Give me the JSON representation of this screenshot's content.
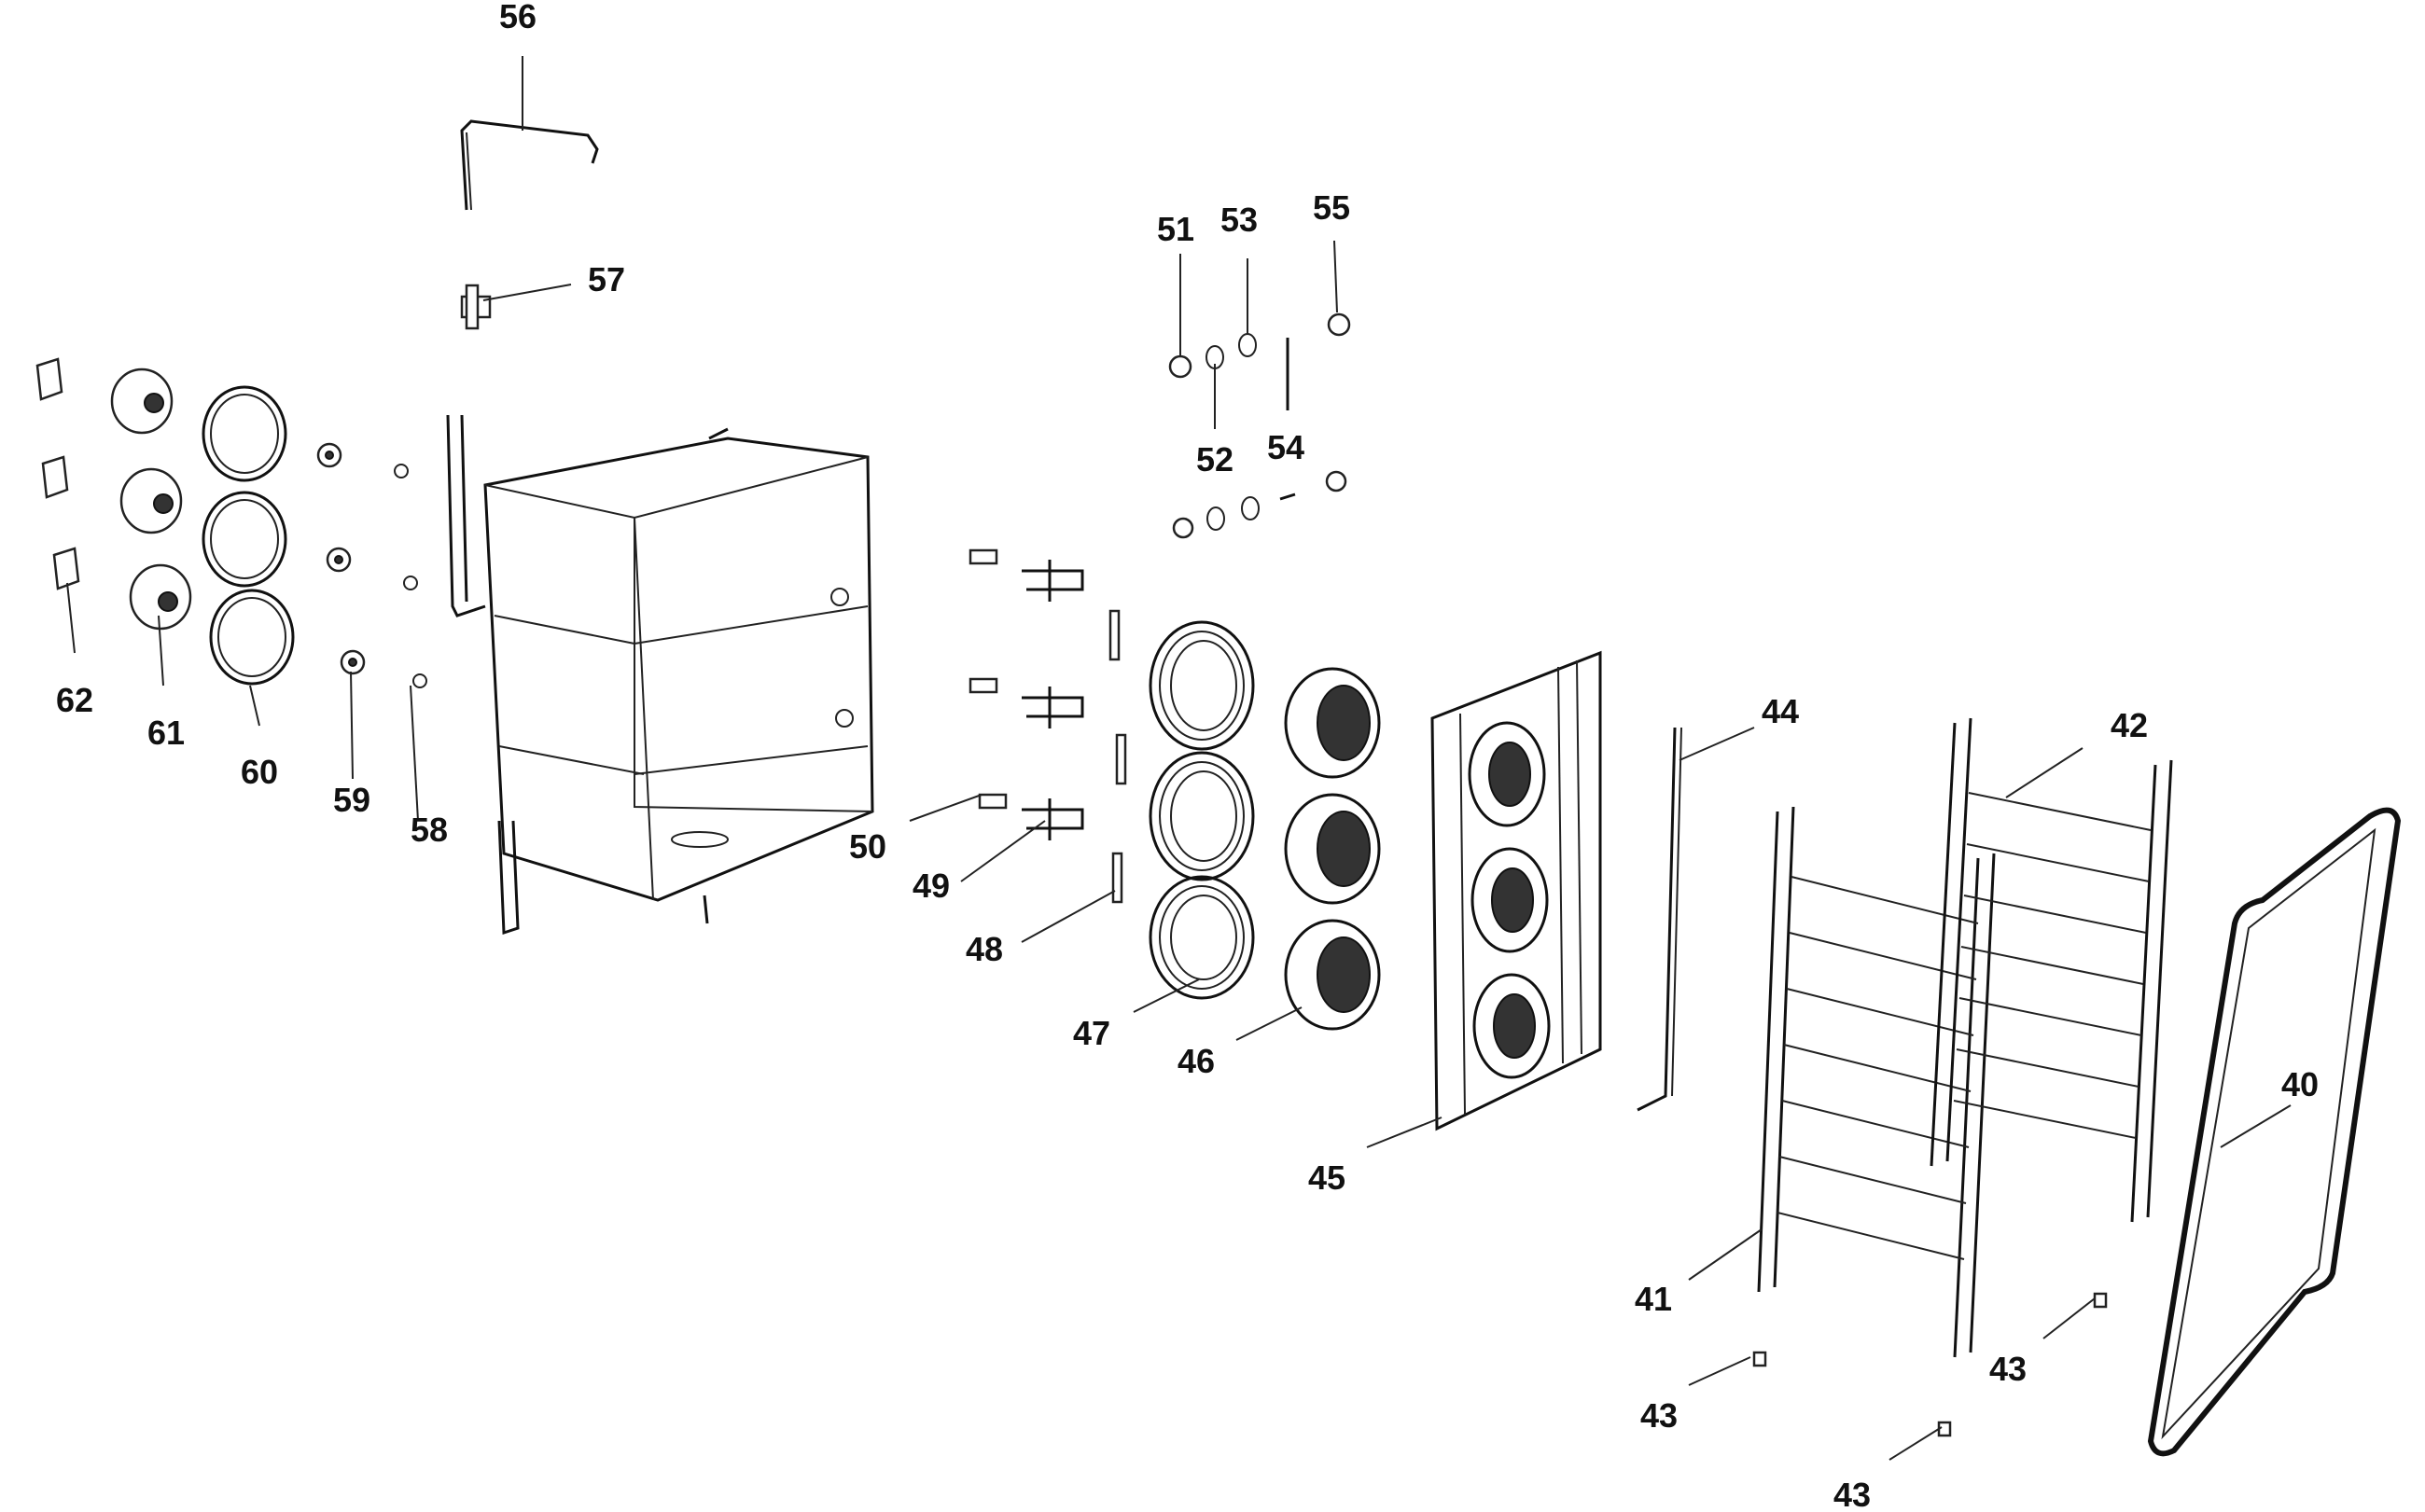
{
  "diagram": {
    "callouts": [
      {
        "id": "c40",
        "label": "40"
      },
      {
        "id": "c41",
        "label": "41"
      },
      {
        "id": "c42",
        "label": "42"
      },
      {
        "id": "c43a",
        "label": "43"
      },
      {
        "id": "c43b",
        "label": "43"
      },
      {
        "id": "c43c",
        "label": "43"
      },
      {
        "id": "c44",
        "label": "44"
      },
      {
        "id": "c45",
        "label": "45"
      },
      {
        "id": "c46",
        "label": "46"
      },
      {
        "id": "c47",
        "label": "47"
      },
      {
        "id": "c48",
        "label": "48"
      },
      {
        "id": "c49",
        "label": "49"
      },
      {
        "id": "c50",
        "label": "50"
      },
      {
        "id": "c51",
        "label": "51"
      },
      {
        "id": "c52",
        "label": "52"
      },
      {
        "id": "c53",
        "label": "53"
      },
      {
        "id": "c54",
        "label": "54"
      },
      {
        "id": "c55",
        "label": "55"
      },
      {
        "id": "c56",
        "label": "56"
      },
      {
        "id": "c57",
        "label": "57"
      },
      {
        "id": "c58",
        "label": "58"
      },
      {
        "id": "c59",
        "label": "59"
      },
      {
        "id": "c60",
        "label": "60"
      },
      {
        "id": "c61",
        "label": "61"
      },
      {
        "id": "c62",
        "label": "62"
      }
    ]
  }
}
